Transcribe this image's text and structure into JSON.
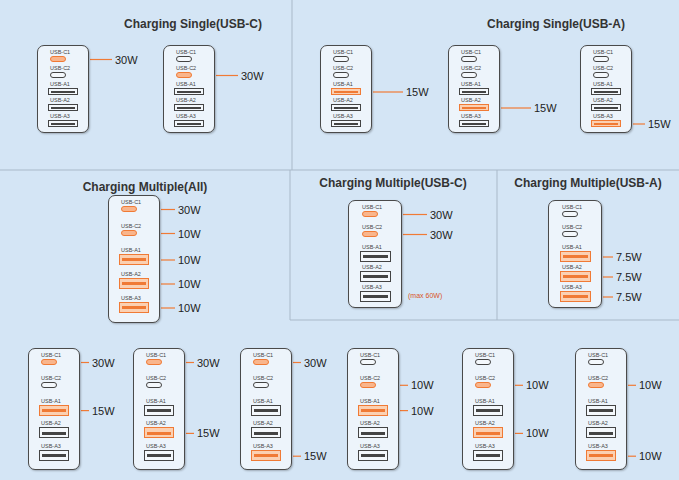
{
  "diagram": {
    "nodes": [
      {
        "text": [
          "Charging Single(USB-C)"
        ]
      },
      {
        "text": [
          "USB-C1",
          "USB-C2",
          "USB-A1",
          "USB-A2",
          "USB-A3"
        ],
        "in": 0
      },
      {
        "text": [
          "USB-C1",
          "USB-C2",
          "USB-A1",
          "USB-A2",
          "USB-A3"
        ],
        "in": 0
      },
      {
        "text": [
          "Charging Single(USB-A)"
        ]
      },
      {
        "text": [
          "USB-C1",
          "USB-C2",
          "USB-A1",
          "USB-A2",
          "USB-A3"
        ],
        "in": 3
      },
      {
        "text": [
          "USB-C1",
          "USB-C2",
          "USB-A1",
          "USB-A2",
          "USB-A3"
        ],
        "in": 3
      },
      {
        "text": [
          "USB-C1",
          "USB-C2",
          "USB-A1",
          "USB-A2",
          "USB-A3"
        ],
        "in": 3
      },
      {
        "text": [
          "Charging Multiple(All)"
        ]
      },
      {
        "text": [
          "USB-C1",
          "USB-C2",
          "USB-A1",
          "USB-A2",
          "USB-A3"
        ],
        "in": 7
      },
      {
        "text": [
          "Charging Multiple(USB-C)"
        ]
      },
      {
        "text": [
          "USB-C1",
          "USB-C2",
          "USB-A1",
          "USB-A2",
          "USB-A3"
        ],
        "in": 9
      },
      {
        "text": [
          "Charging Multiple(USB-A)"
        ]
      },
      {
        "text": [
          "USB-C1",
          "USB-C2",
          "USB-A1",
          "USB-A2",
          "USB-A3"
        ],
        "in": 11
      },
      {
        "text": [
          "USB-C1",
          "USB-C2",
          "USB-A1",
          "USB-A2",
          "USB-A3"
        ]
      },
      {
        "text": [
          "USB-C1",
          "USB-C2",
          "USB-A1",
          "USB-A2",
          "USB-A3"
        ]
      },
      {
        "text": [
          "USB-C1",
          "USB-C2",
          "USB-A1",
          "USB-A2",
          "USB-A3"
        ]
      },
      {
        "text": [
          "USB-C1",
          "USB-C2",
          "USB-A1",
          "USB-A2",
          "USB-A3"
        ]
      },
      {
        "text": [
          "USB-C1",
          "USB-C2",
          "USB-A1",
          "USB-A2",
          "USB-A3"
        ]
      },
      {
        "text": [
          "USB-C1",
          "USB-C2",
          "USB-A1",
          "USB-A2",
          "USB-A3"
        ]
      }
    ],
    "labels": [
      "30W",
      "30W",
      "15W",
      "15W",
      "15W",
      "30W",
      "10W",
      "10W",
      "10W",
      "10W",
      "30W",
      "30W",
      "(max 60W)",
      "7.5W",
      "7.5W",
      "7.5W",
      "30W",
      "15W",
      "30W",
      "15W",
      "30W",
      "15W",
      "10W",
      "10W",
      "10W",
      "10W",
      "10W",
      "10W"
    ]
  }
}
